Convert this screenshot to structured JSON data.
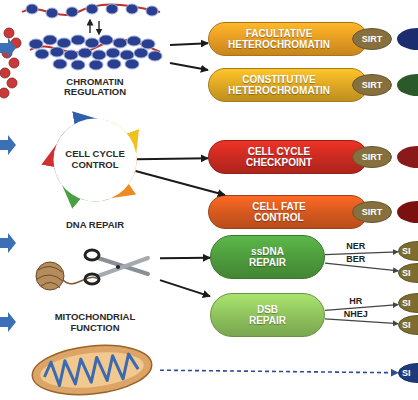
{
  "diagram": {
    "nodes": [
      {
        "text": [
          "CHROMATIN REGULATION"
        ]
      },
      {
        "text": [
          "FACULTATIVE HETEROCHROMATIN"
        ]
      },
      {
        "text": [
          "SIRT"
        ]
      },
      {
        "text": [
          "CONSTITUTIVE HETEROCHROMATIN"
        ]
      },
      {
        "text": [
          "SIRT"
        ]
      },
      {
        "text": [
          "CELL CYCLE CONTROL"
        ]
      },
      {
        "text": [
          "CELL CYCLE CHECKPOINT"
        ]
      },
      {
        "text": [
          "SIRT"
        ]
      },
      {
        "text": [
          "CELL FATE CONTROL"
        ]
      },
      {
        "text": [
          "SIRT"
        ]
      },
      {
        "text": [
          "DNA REPAIR"
        ]
      },
      {
        "text": [
          "ssDNA REPAIR"
        ]
      },
      {
        "text": [
          "SI"
        ]
      },
      {
        "text": [
          "SI"
        ]
      },
      {
        "text": [
          "DSB REPAIR"
        ]
      },
      {
        "text": [
          "SI"
        ]
      },
      {
        "text": [
          "SI"
        ]
      },
      {
        "text": [
          "MITOCHONDRIAL FUNCTION"
        ]
      },
      {
        "text": [
          "SI"
        ]
      }
    ],
    "edges": [
      {
        "from": 0,
        "to": 1,
        "arrow": "to"
      },
      {
        "from": 0,
        "to": 3,
        "arrow": "to"
      },
      {
        "from": 5,
        "to": 6,
        "arrow": "to"
      },
      {
        "from": 5,
        "to": 8,
        "arrow": "to"
      },
      {
        "from": 10,
        "to": 11,
        "arrow": "to"
      },
      {
        "from": 10,
        "to": 14,
        "arrow": "to"
      },
      {
        "from": 11,
        "to": 12,
        "label": "NER",
        "arrow": "to"
      },
      {
        "from": 11,
        "to": 13,
        "label": "BER",
        "arrow": "to"
      },
      {
        "from": 14,
        "to": 15,
        "label": "HR",
        "arrow": "to"
      },
      {
        "from": 14,
        "to": 16,
        "label": "NHEJ",
        "arrow": "to"
      },
      {
        "from": 17,
        "to": 18,
        "arrow": "to"
      }
    ]
  }
}
